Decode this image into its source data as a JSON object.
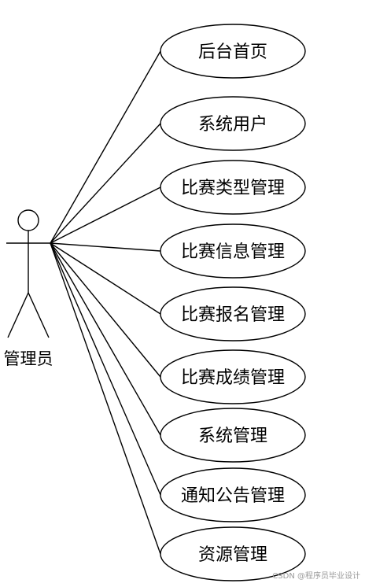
{
  "actor": {
    "label": "管理员"
  },
  "use_cases": [
    "后台首页",
    "系统用户",
    "比赛类型管理",
    "比赛信息管理",
    "比赛报名管理",
    "比赛成绩管理",
    "系统管理",
    "通知公告管理",
    "资源管理"
  ],
  "watermark": "CSDN @程序员毕业设计",
  "colors": {
    "stroke": "#000000",
    "background": "#ffffff",
    "watermark": "#9a9a9a"
  }
}
